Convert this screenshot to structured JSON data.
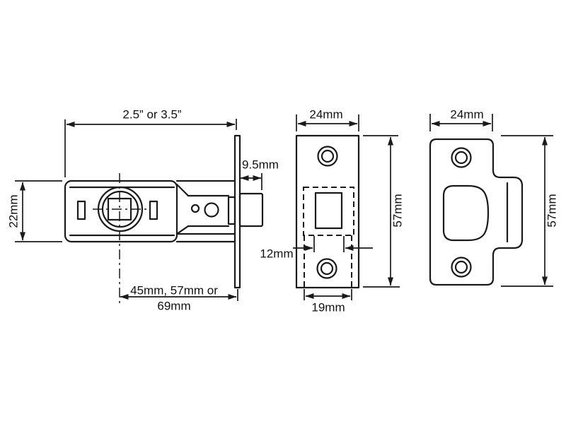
{
  "colors": {
    "line": "#1a1a1a",
    "background": "#ffffff"
  },
  "side": {
    "view_name": "latch-side-view",
    "dim_length": "2.5” or 3.5”",
    "dim_projection": "9.5mm",
    "dim_height": "22mm",
    "dim_backset1": "45mm, 57mm or",
    "dim_backset2": "69mm"
  },
  "faceplate": {
    "view_name": "faceplate-front-view",
    "dim_width": "24mm",
    "dim_height": "57mm",
    "dim_bolt": "12mm",
    "dim_cutout": "19mm"
  },
  "strike": {
    "view_name": "strike-plate-view",
    "dim_width": "24mm",
    "dim_height": "57mm"
  }
}
